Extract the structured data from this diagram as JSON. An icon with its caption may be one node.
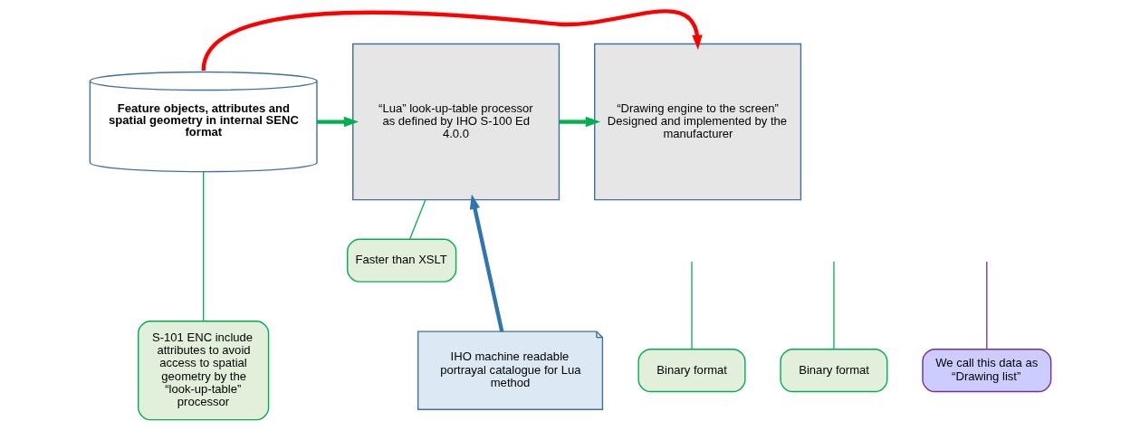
{
  "diagram": {
    "nodes": [
      {
        "text": [
          "Feature objects, attributes and spatial geometry in internal SENC format"
        ]
      },
      {
        "text": [
          "Faster than XSLT"
        ]
      },
      {
        "text": [
          "“Lua” look-up-table processor as defined by IHO S-100 Ed 4.0.0"
        ]
      },
      {
        "text": [
          "“Drawing engine to the screen” Designed and implemented by the manufacturer"
        ]
      },
      {
        "text": [
          "S-101 ENC include attributes to avoid access to spatial geometry by the “look-up-table” processor"
        ]
      },
      {
        "text": [
          "Binary format"
        ]
      },
      {
        "text": [
          "IHO machine readable portrayal catalogue for Lua method"
        ]
      },
      {
        "text": [
          "Binary format"
        ]
      },
      {
        "text": [
          "We call this data as “Drawing list”"
        ]
      }
    ],
    "edges": [
      {
        "from": 0,
        "to": 2,
        "arrow": "to",
        "style": "thick"
      },
      {
        "from": 0,
        "to": 3,
        "arrow": "to",
        "style": "thick",
        "color": "#ff0000"
      },
      {
        "from": 2,
        "to": 3,
        "arrow": "to",
        "style": "thick"
      },
      {
        "from": 6,
        "to": 2,
        "arrow": "to",
        "style": "thick",
        "color": "#2e75b6"
      },
      {
        "from": 1,
        "to": 2,
        "arrow": "none"
      },
      {
        "from": 4,
        "to": 0,
        "arrow": "none"
      },
      {
        "from": 5,
        "to": null,
        "arrow": "none"
      },
      {
        "from": 7,
        "to": null,
        "arrow": "none"
      },
      {
        "from": 8,
        "to": null,
        "arrow": "none",
        "color": "#7030a0"
      }
    ]
  }
}
